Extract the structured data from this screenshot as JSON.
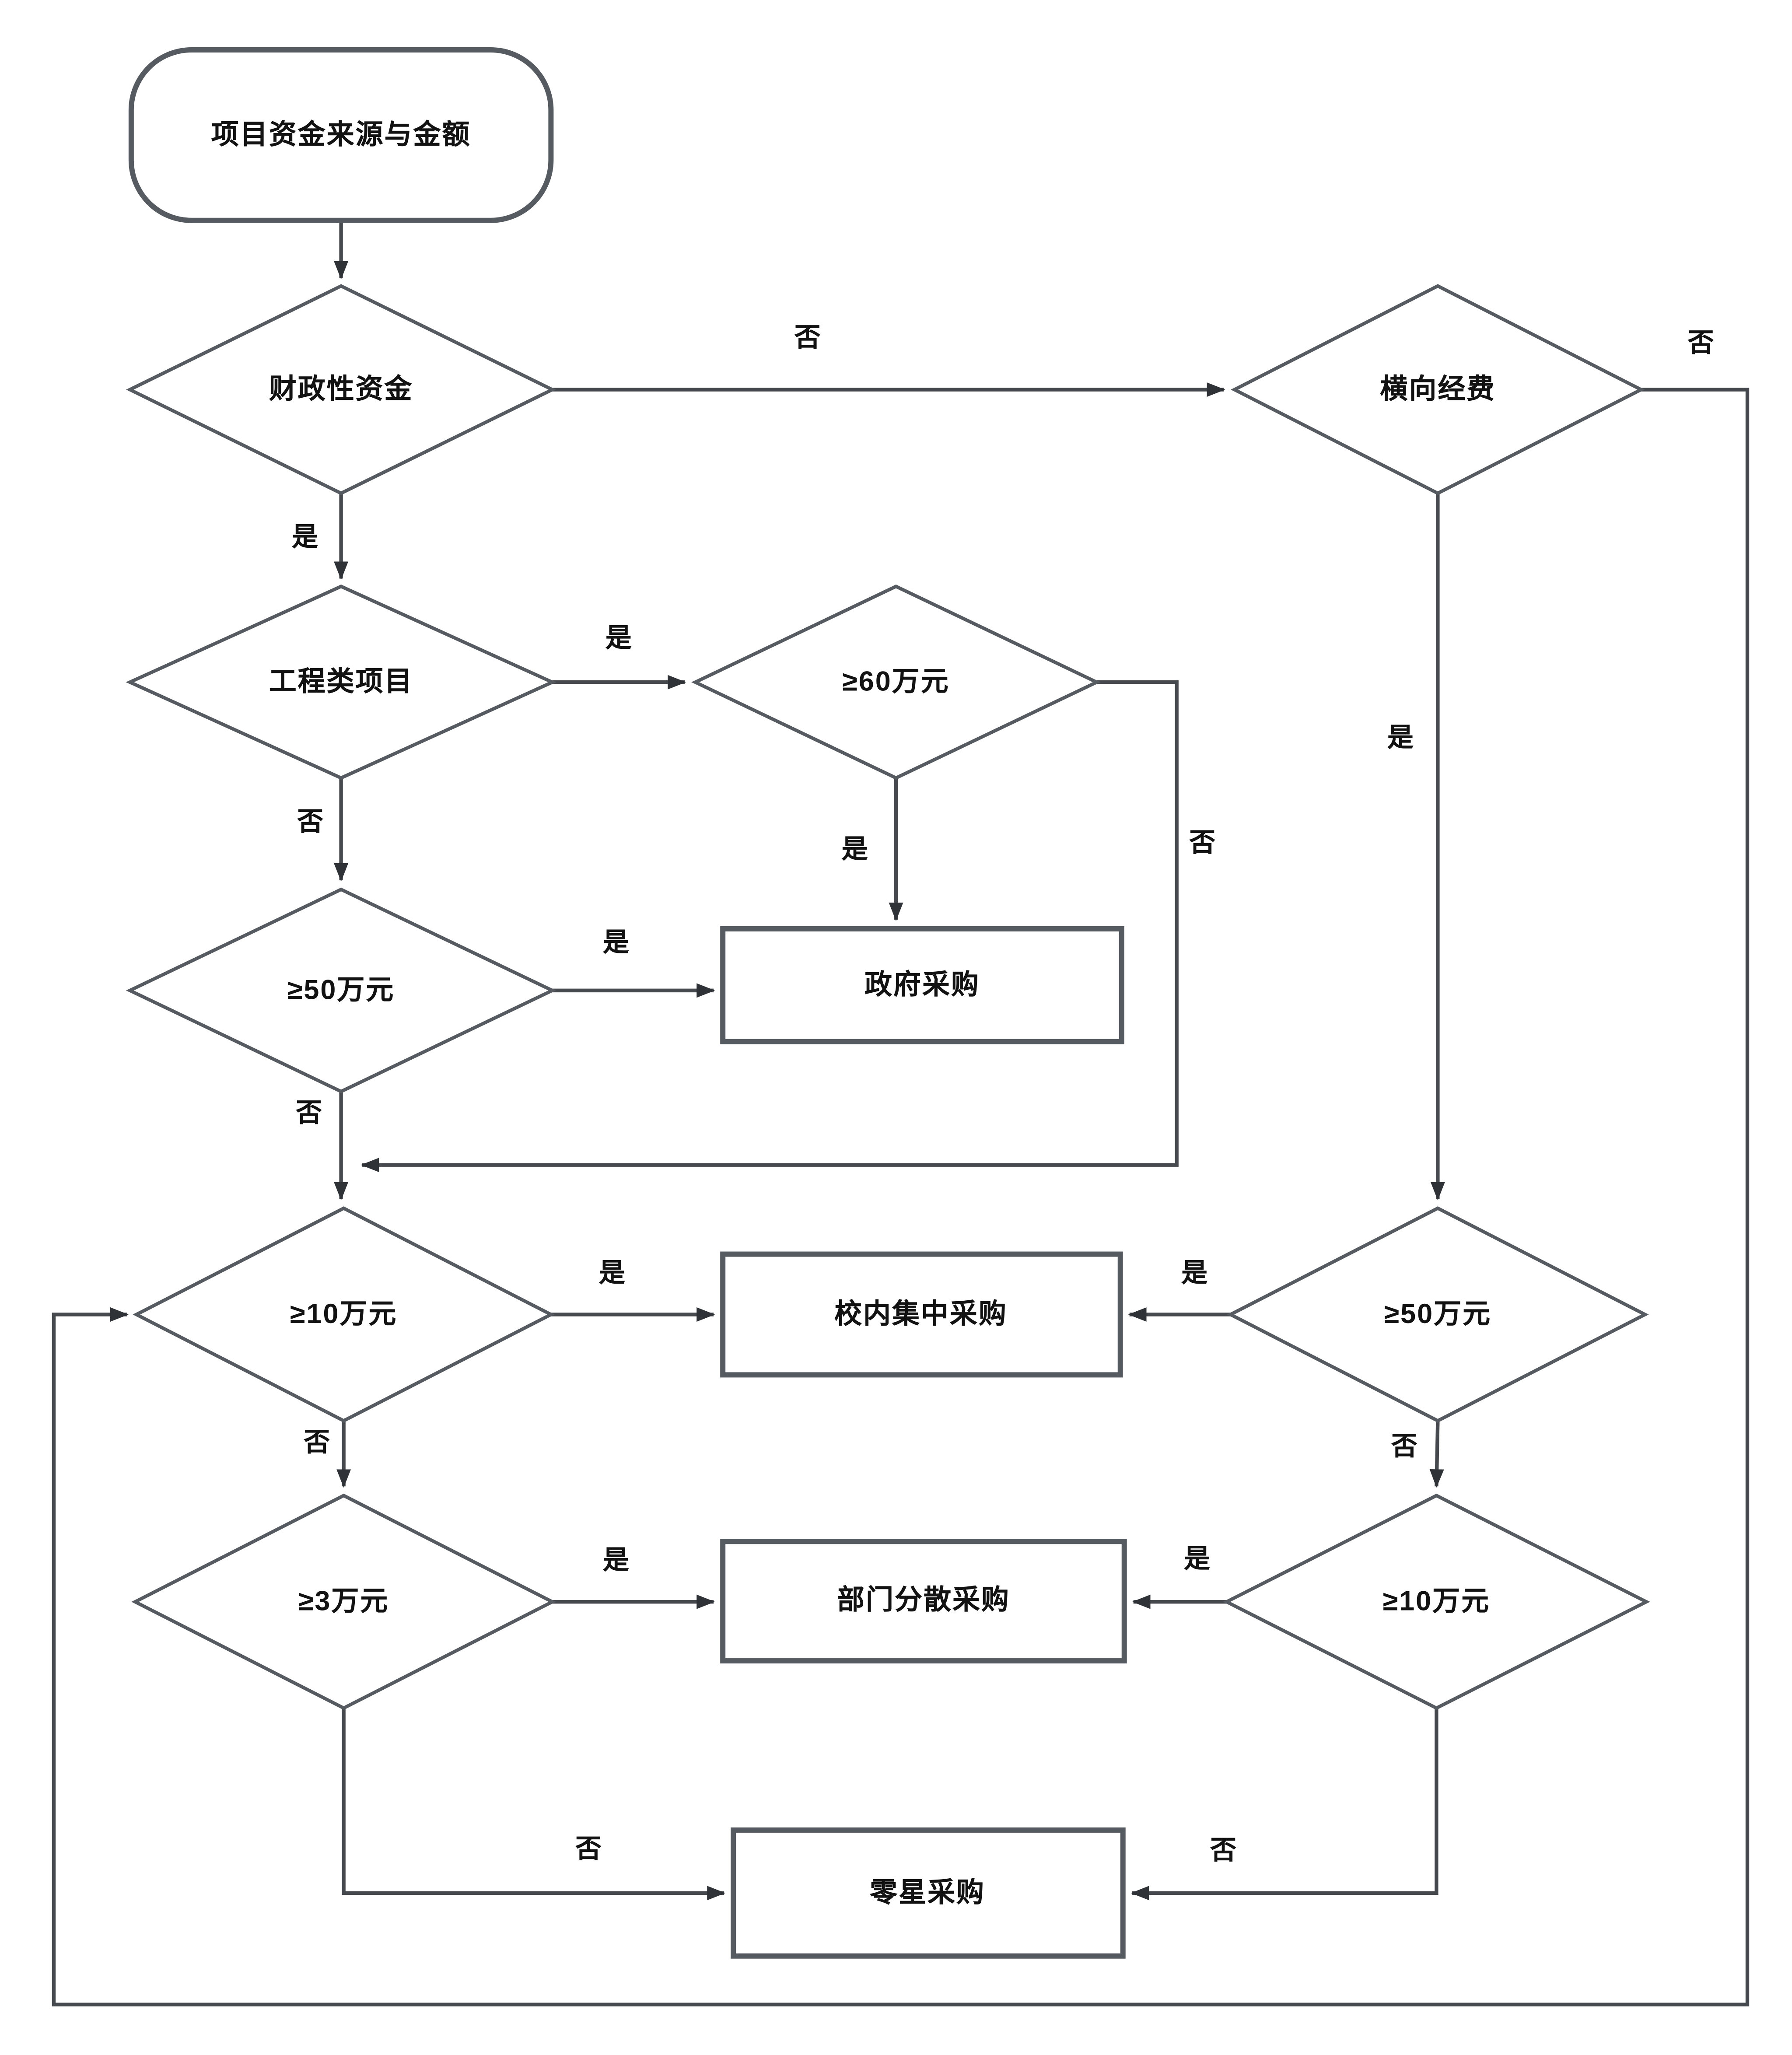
{
  "diagram_type": "flowchart",
  "nodes": {
    "start": {
      "label": "项目资金来源与金额",
      "type": "terminator"
    },
    "fiscal": {
      "label": "财政性资金",
      "type": "decision"
    },
    "horizontal": {
      "label": "横向经费",
      "type": "decision"
    },
    "engineering": {
      "label": "工程类项目",
      "type": "decision"
    },
    "ge60": {
      "label": "≥60万元",
      "type": "decision"
    },
    "ge50_left": {
      "label": "≥50万元",
      "type": "decision"
    },
    "gov": {
      "label": "政府采购",
      "type": "process"
    },
    "ge10_left": {
      "label": "≥10万元",
      "type": "decision"
    },
    "campus": {
      "label": "校内集中采购",
      "type": "process"
    },
    "ge50_right": {
      "label": "≥50万元",
      "type": "decision"
    },
    "ge3": {
      "label": "≥3万元",
      "type": "decision"
    },
    "dept": {
      "label": "部门分散采购",
      "type": "process"
    },
    "ge10_right": {
      "label": "≥10万元",
      "type": "decision"
    },
    "sporadic": {
      "label": "零星采购",
      "type": "process"
    }
  },
  "labels": {
    "yes": "是",
    "no": "否"
  },
  "edges": [
    {
      "from": "start",
      "to": "fiscal",
      "label": ""
    },
    {
      "from": "fiscal",
      "to": "horizontal",
      "label": "否"
    },
    {
      "from": "fiscal",
      "to": "engineering",
      "label": "是"
    },
    {
      "from": "engineering",
      "to": "ge60",
      "label": "是"
    },
    {
      "from": "engineering",
      "to": "ge50_left",
      "label": "否"
    },
    {
      "from": "ge60",
      "to": "gov",
      "label": "是"
    },
    {
      "from": "ge60",
      "to": "ge10_left",
      "label": "否"
    },
    {
      "from": "ge50_left",
      "to": "gov",
      "label": "是"
    },
    {
      "from": "ge50_left",
      "to": "ge10_left",
      "label": "否"
    },
    {
      "from": "ge10_left",
      "to": "campus",
      "label": "是"
    },
    {
      "from": "ge10_left",
      "to": "ge3",
      "label": "否"
    },
    {
      "from": "ge3",
      "to": "dept",
      "label": "是"
    },
    {
      "from": "ge3",
      "to": "sporadic",
      "label": "否"
    },
    {
      "from": "horizontal",
      "to": "ge50_right",
      "label": "是"
    },
    {
      "from": "horizontal",
      "to": "ge10_left",
      "label": "否"
    },
    {
      "from": "ge50_right",
      "to": "campus",
      "label": "是"
    },
    {
      "from": "ge50_right",
      "to": "ge10_right",
      "label": "否"
    },
    {
      "from": "ge10_right",
      "to": "dept",
      "label": "是"
    },
    {
      "from": "ge10_right",
      "to": "sporadic",
      "label": "否"
    }
  ],
  "colors": {
    "line": "#46494e",
    "border": "#565b61",
    "fill": "#ffffff",
    "text": "#121212",
    "background": "#ffffff"
  }
}
